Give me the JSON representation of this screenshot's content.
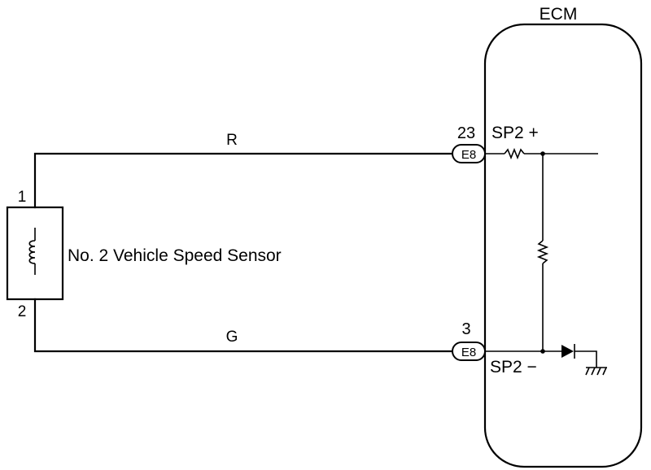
{
  "ecm": {
    "title": "ECM"
  },
  "sensor": {
    "label": "No. 2 Vehicle Speed Sensor",
    "pin_top": "1",
    "pin_bottom": "2"
  },
  "wires": {
    "top_color": "R",
    "bottom_color": "G"
  },
  "connectors": {
    "top": {
      "pin": "23",
      "id": "E8"
    },
    "bottom": {
      "pin": "3",
      "id": "E8"
    }
  },
  "terminals": {
    "top": "SP2 +",
    "bottom": "SP2 −"
  }
}
